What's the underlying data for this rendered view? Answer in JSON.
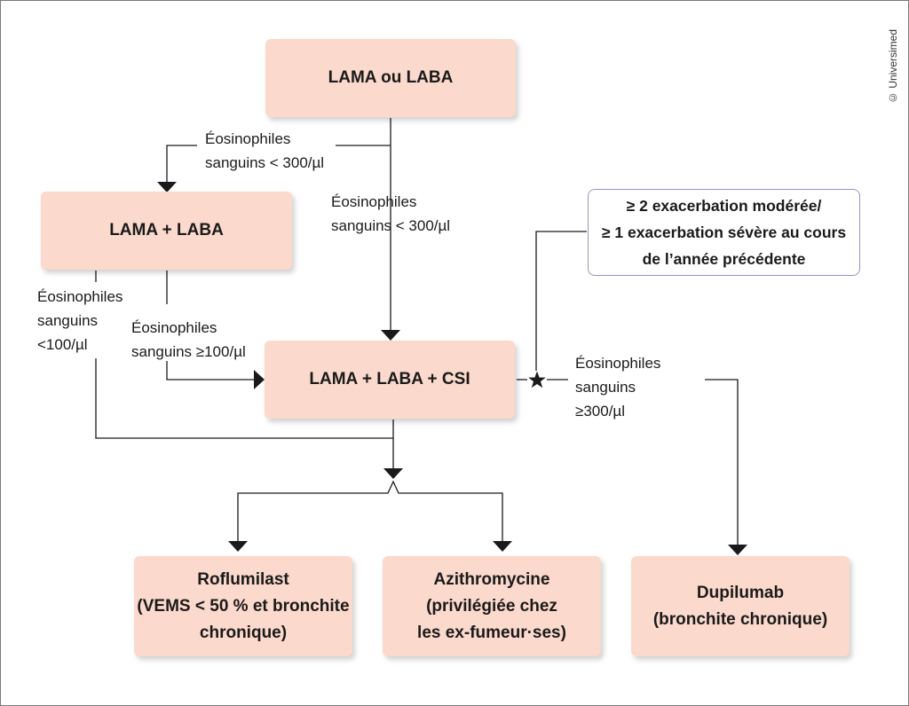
{
  "boxes": {
    "lama_ou_laba": "LAMA ou LABA",
    "lama_laba": "LAMA + LABA",
    "lama_laba_csi": "LAMA + LABA + CSI",
    "roflumilast": [
      "Roflumilast",
      "(VEMS < 50 % et bronchite",
      "chronique)"
    ],
    "azithromycine": [
      "Azithromycine",
      "(privilégiée chez",
      "les ex-fumeur·ses)"
    ],
    "dupilumab": [
      "Dupilumab",
      "(bronchite chronique)"
    ]
  },
  "note": [
    "≥ 2 exacerbation modérée/",
    "≥ 1 exacerbation sévère au cours",
    "de l’année précédente"
  ],
  "labels": {
    "eos_lt300_left": [
      "Éosinophiles",
      "sanguins < 300/µl"
    ],
    "eos_lt300_center": [
      "Éosinophiles",
      "sanguins < 300/µl"
    ],
    "eos_lt100": [
      "Éosinophiles",
      "sanguins",
      "<100/µl"
    ],
    "eos_ge100": [
      "Éosinophiles",
      "sanguins ≥100/µl"
    ],
    "eos_ge300": [
      "Éosinophiles",
      "sanguins",
      "≥300/µl"
    ]
  },
  "copyright": "© Universimed",
  "colors": {
    "box_fill": "#fbd9cc",
    "note_border": "#9a93c4",
    "line": "#1a1a1a"
  }
}
